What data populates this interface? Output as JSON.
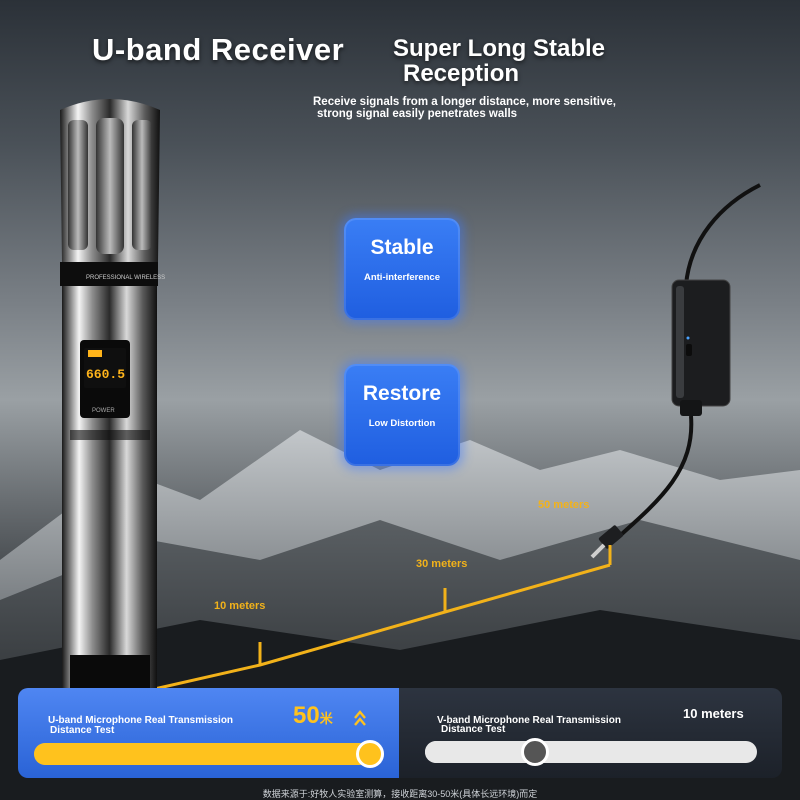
{
  "header": {
    "title": "U-band Receiver",
    "subtitle_line1": "Super Long Stable",
    "subtitle_line2": "Reception",
    "description_line1": "Receive signals from a longer distance, more sensitive,",
    "description_line2": "strong signal easily penetrates walls"
  },
  "features": [
    {
      "title": "Stable",
      "subtitle": "Anti-interference"
    },
    {
      "title": "Restore",
      "subtitle": "Low Distortion"
    }
  ],
  "distances": {
    "d10": "10 meters",
    "d30": "30 meters",
    "d50": "50 meters"
  },
  "comparison": {
    "left": {
      "label_line1": "U-band Microphone Real Transmission",
      "label_line2": "Distance Test",
      "value": "50",
      "unit": "米",
      "progress": 0.96,
      "color": "#ffc21d"
    },
    "right": {
      "label_line1": "V-band Microphone Real Transmission",
      "label_line2": "Distance Test",
      "value_text": "10 meters",
      "progress": 0.33,
      "color": "#e8e8e8"
    }
  },
  "microphone": {
    "display_text": "660.5",
    "band_label": "PROFESSIONAL WIRELESS",
    "power_label": "POWER"
  },
  "footnote": "数据来源于:好牧人实验室测算，接收距离30-50米(具体长远环境)而定"
}
